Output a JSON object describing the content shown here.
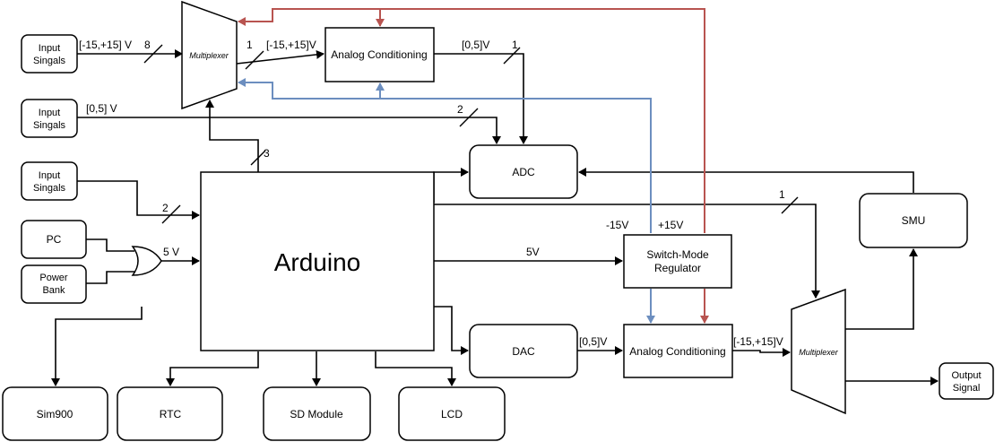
{
  "nodes": {
    "input_signals_1": [
      "Input",
      "Singals"
    ],
    "input_signals_2": [
      "Input",
      "Singals"
    ],
    "input_signals_3": [
      "Input",
      "Singals"
    ],
    "pc": "PC",
    "power_bank": [
      "Power",
      "Bank"
    ],
    "arduino": "Arduino",
    "mux_top": "Multiplexer",
    "mux_right": "Multiplexer",
    "analog_cond_top": "Analog Conditioning",
    "analog_cond_bottom": "Analog Conditioning",
    "adc": "ADC",
    "dac": "DAC",
    "smps": [
      "Switch-Mode",
      "Regulator"
    ],
    "smu": "SMU",
    "output_signal": [
      "Output",
      "Signal"
    ],
    "sim900": "Sim900",
    "rtc": "RTC",
    "sd_module": "SD Module",
    "lcd": "LCD"
  },
  "edge_labels": {
    "in1_range": "[-15,+15] V",
    "in1_bus": "8",
    "mux_out_bus": "1",
    "mux_out_range": "[-15,+15]V",
    "cond_out_range": "[0,5]V",
    "cond_out_bus": "1",
    "in2_range": "[0,5] V",
    "in2_bus": "2",
    "sel_bus": "3",
    "in3_bus": "2",
    "power_5v": "5 V",
    "smps_5v": "5V",
    "neg15": "-15V",
    "pos15": "+15V",
    "pwm_bus": "1",
    "dac_range": "[0,5]V",
    "cond2_range": "[-15,+15]V"
  },
  "colors": {
    "positive_rail": "#b85450",
    "negative_rail": "#6c8ebf"
  }
}
